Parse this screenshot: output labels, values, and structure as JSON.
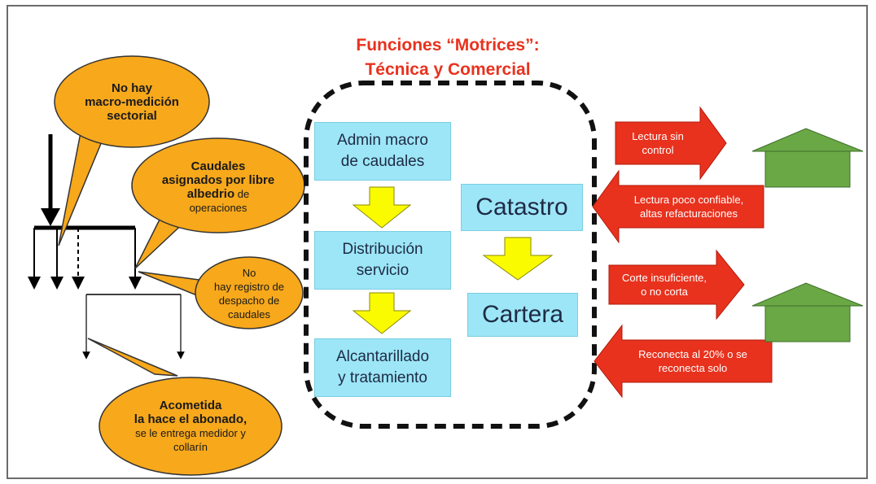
{
  "title": {
    "line1": "Funciones “Motrices”:",
    "line2": "Técnica y Comercial"
  },
  "process_boxes": [
    {
      "line1": "Admin macro",
      "line2": "de caudales"
    },
    {
      "line1": "Distribución",
      "line2": "servicio"
    },
    {
      "line1": "Alcantarillado",
      "line2": "y tratamiento"
    }
  ],
  "right_boxes": {
    "catastro": "Catastro",
    "cartera": "Cartera"
  },
  "red_arrows": [
    {
      "line1": "Lectura sin",
      "line2": "control"
    },
    {
      "line1": "Lectura poco confiable,",
      "line2": "altas refacturaciones"
    },
    {
      "line1": "Corte insuficiente,",
      "line2": "o no corta"
    },
    {
      "line1": "Reconecta al 20% o se",
      "line2": "reconecta solo"
    }
  ],
  "callouts": {
    "c1": {
      "l1": "No hay",
      "l2": "macro-medición",
      "l3": "sectorial"
    },
    "c2": {
      "l1": "Caudales",
      "l2": "asignados por libre",
      "l3_bold": "albedrio",
      "l3_rest": " de",
      "l4": "operaciones"
    },
    "c3": {
      "l1": "No",
      "l2": "hay registro de",
      "l3": "despacho de",
      "l4": "caudales"
    },
    "c4": {
      "l1": "Acometida",
      "l2": "la hace el abonado,",
      "l3": "se le entrega medidor y",
      "l4": "collarín"
    }
  },
  "colors": {
    "title": "#e8321e",
    "box_fill": "#9ce6f7",
    "yellow_arrow": "#fbfb00",
    "red_arrow": "#e8321e",
    "callout": "#f7a81b",
    "house": "#6aa846"
  }
}
